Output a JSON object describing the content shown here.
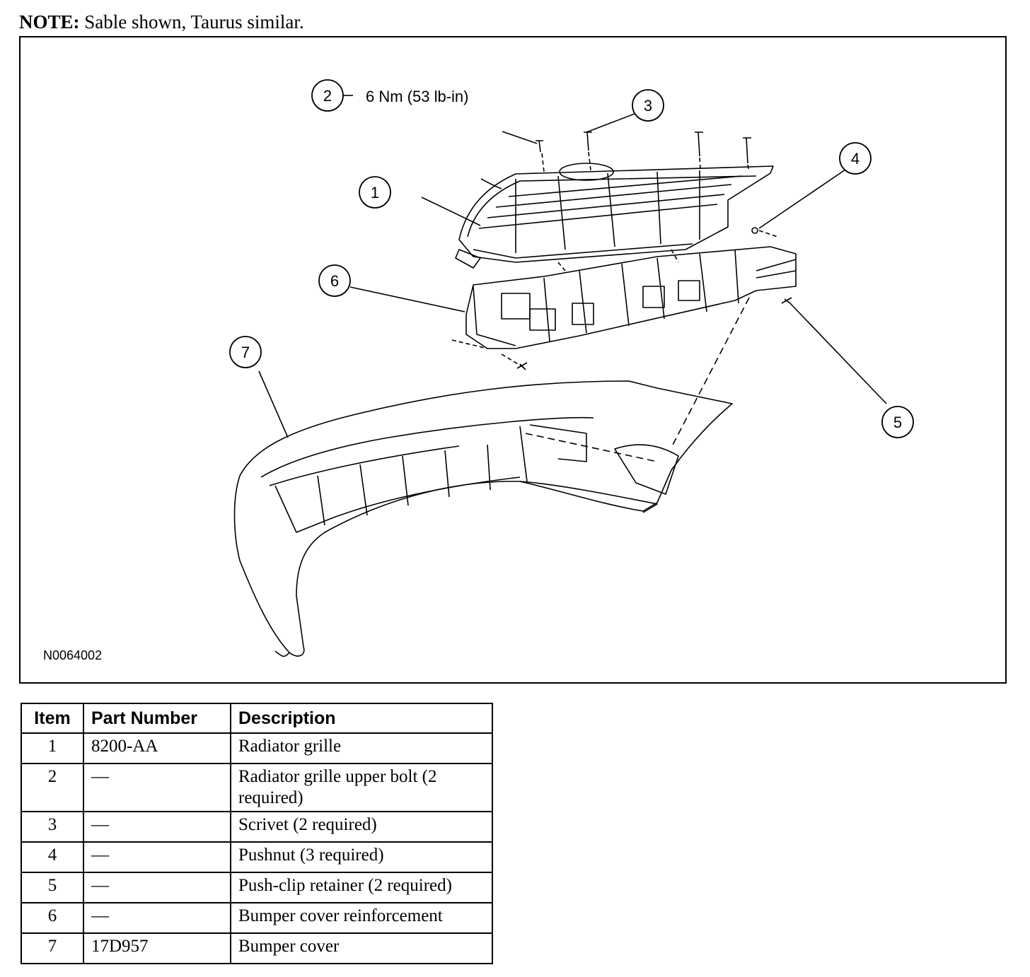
{
  "note": {
    "label": "NOTE:",
    "text": "Sable shown, Taurus similar."
  },
  "figure": {
    "id": "N0064002",
    "torque_spec": "6 Nm (53 lb-in)",
    "callouts": [
      "1",
      "2",
      "3",
      "4",
      "5",
      "6",
      "7"
    ]
  },
  "table": {
    "headers": {
      "item": "Item",
      "part_number": "Part Number",
      "description": "Description"
    },
    "rows": [
      {
        "item": "1",
        "part_number": "8200-AA",
        "description": "Radiator grille"
      },
      {
        "item": "2",
        "part_number": "—",
        "description": "Radiator grille upper bolt (2 required)"
      },
      {
        "item": "3",
        "part_number": "—",
        "description": "Scrivet (2 required)"
      },
      {
        "item": "4",
        "part_number": "—",
        "description": "Pushnut (3 required)"
      },
      {
        "item": "5",
        "part_number": "—",
        "description": "Push-clip retainer (2 required)"
      },
      {
        "item": "6",
        "part_number": "—",
        "description": "Bumper cover reinforcement"
      },
      {
        "item": "7",
        "part_number": "17D957",
        "description": "Bumper cover"
      }
    ]
  }
}
